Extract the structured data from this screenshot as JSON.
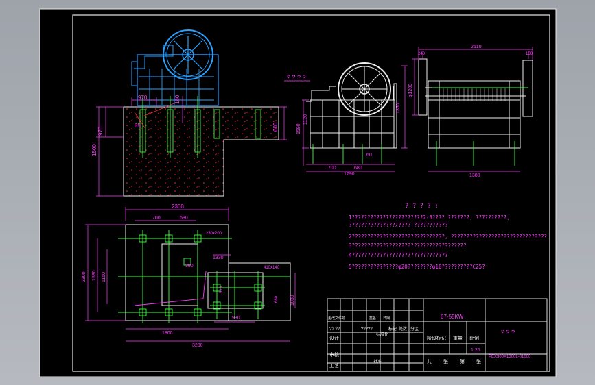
{
  "drawing": {
    "front_view_label": "? ? ? ?",
    "foundation": {
      "dims": [
        "970",
        "180",
        "65",
        "970",
        "1500",
        "600"
      ]
    },
    "side_view": {
      "dims": [
        "1590",
        "1120",
        "1350",
        "700",
        "680",
        "60"
      ],
      "bottom_total": "1790"
    },
    "end_view": {
      "dims": [
        "2610",
        "240",
        "160",
        "φ1200",
        "1380"
      ]
    },
    "plan": {
      "dims": [
        "2300",
        "700",
        "680",
        "230x200",
        "380",
        "1330",
        "410x140",
        "2300",
        "1580",
        "1150",
        "615",
        "930",
        "680",
        "1030",
        "1800",
        "3200"
      ]
    },
    "notes": {
      "title": "? ? ? ? :",
      "lines": [
        "1???????????????????????2-3????     ???????, ??????????,",
        "   ???????????????/????,???????????",
        "2??????????????????????????????,    ???????????????????????????????",
        "3?????????????????????????????????????",
        "4???????????????????????????????",
        "5???????????????φ20????????φ10??????????C25?"
      ]
    },
    "title_block": {
      "model_note": "67-55KW",
      "right_title": "? ? ?",
      "row_labels": [
        "?? ??",
        "?????",
        "设计",
        "标准化",
        "审核",
        "工艺",
        "批准"
      ],
      "header_cells": [
        "标记",
        "处数",
        "分区",
        "更改文件号",
        "签名",
        "日期"
      ],
      "mid_cells": [
        "阶段标记",
        "重量",
        "比例"
      ],
      "scale": "1:25",
      "sheet_cells": [
        "共",
        "张",
        "第",
        "张"
      ],
      "drawing_number": "PEX300X1300L-01000"
    }
  }
}
